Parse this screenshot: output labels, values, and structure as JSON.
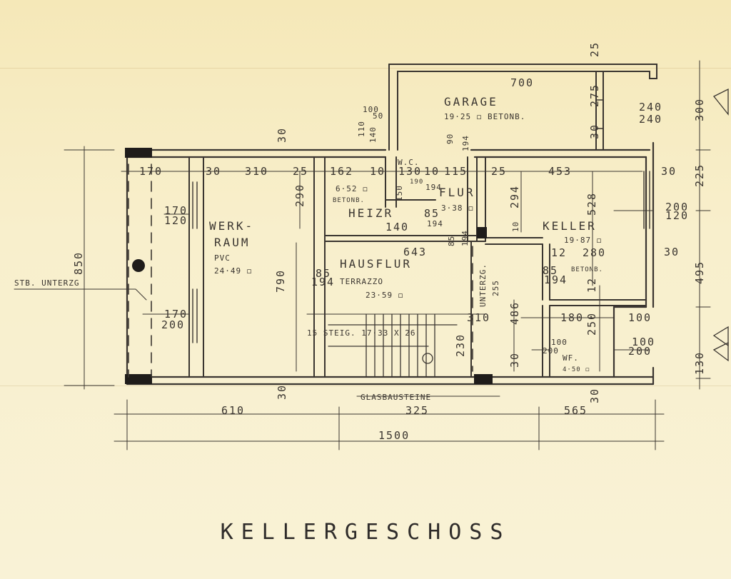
{
  "title": "KELLERGESCHOSS",
  "rooms": {
    "garage": {
      "name": "GARAGE",
      "area": "19·25 ◻ BETONB."
    },
    "wc": {
      "name": "W.C.",
      "area": "6·52 ◻",
      "floor": "BETONB."
    },
    "heizr": {
      "name": "HEIZR"
    },
    "flur": {
      "name": "FLUR",
      "area": "3·38 ◻"
    },
    "keller": {
      "name": "KELLER",
      "area": "19·87 ◻",
      "floor": "BETONB."
    },
    "werkraum": {
      "name1": "WERK-",
      "name2": "RAUM",
      "floor": "PVC",
      "area": "24·49 ◻"
    },
    "hausflur": {
      "name": "HAUSFLUR",
      "floor": "TERRAZZO",
      "area": "23·59 ◻"
    },
    "wf": {
      "name": "WF.",
      "area": "4·50 ◻"
    }
  },
  "labels": {
    "unterzug_left": "STB. UNTERZG",
    "unterzug_mid": "UNTERZG.",
    "stairs": "15 STEIG. 17·33 X 26",
    "glass": "GLASBAUSTEINE"
  },
  "dims": {
    "d700": "700",
    "d25a": "25",
    "d275": "275",
    "d30a": "30",
    "d240a": "240",
    "d240b": "240",
    "d300": "300",
    "d100": "100",
    "d50": "50",
    "d110": "110",
    "d140": "140",
    "d30b": "30",
    "d90": "90",
    "d194a": "194",
    "d170": "170",
    "d30c": "30",
    "d310": "310",
    "d25b": "25",
    "d162": "162",
    "d10": "10",
    "d130": "130",
    "d10b": "10",
    "d115": "115",
    "d25c": "25",
    "d453": "453",
    "d30d": "30",
    "d225": "225",
    "d290": "290",
    "d150": "150",
    "d190": "190",
    "d194b": "194",
    "d85a": "85",
    "d140b": "140",
    "d194c": "194",
    "d294": "294",
    "d528": "528",
    "d200a": "200",
    "d120a": "120",
    "d170b": "170",
    "d120b": "120",
    "d643": "643",
    "d85b": "85",
    "d194d": "194",
    "d10c": "10",
    "d12a": "12",
    "d280": "280",
    "d850": "850",
    "d790": "790",
    "d85c": "85",
    "d194e": "194",
    "d255": "255",
    "d85d": "85",
    "d194f": "194",
    "d30e": "30",
    "d495": "495",
    "d170c": "170",
    "d200b": "200",
    "d310b": "310",
    "d486": "486",
    "d12b": "12",
    "d180": "180",
    "d100b": "100",
    "d230": "230",
    "d100c": "100",
    "d200c": "200",
    "d250": "250",
    "d100d": "100",
    "d200d": "200",
    "d30f": "30",
    "d30g": "30",
    "d130b": "130",
    "d30h": "30",
    "d610": "610",
    "d325": "325",
    "d565": "565",
    "d1500": "1500"
  },
  "colors": {
    "paper": "#f7eec6",
    "ink": "#3a3530"
  }
}
